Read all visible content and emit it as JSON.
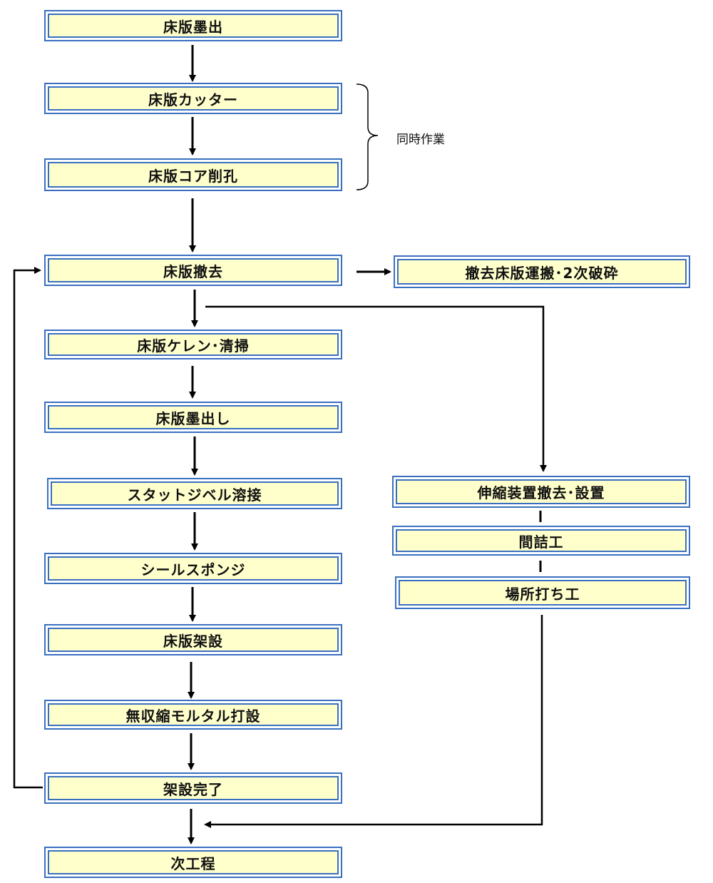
{
  "steps": {
    "s1": "床版墨出",
    "s2": "床版カッター",
    "s3": "床版コア削孔",
    "s4": "床版撤去",
    "s5": "撤去床版運搬･2次破砕",
    "s6": "床版ケレン･清掃",
    "s7": "床版墨出し",
    "s8": "スタットジベル溶接",
    "s9": "シールスポンジ",
    "s10": "床版架設",
    "s11": "無収縮モルタル打設",
    "s12": "架設完了",
    "s13": "次工程",
    "r1": "伸縮装置撤去･設置",
    "r2": "間詰工",
    "r3": "場所打ち工"
  },
  "annotation": {
    "simultaneous": "同時作業"
  },
  "colors": {
    "box_border": "#3a6fc0",
    "box_fill": "#ffffcc",
    "line": "#000000"
  }
}
